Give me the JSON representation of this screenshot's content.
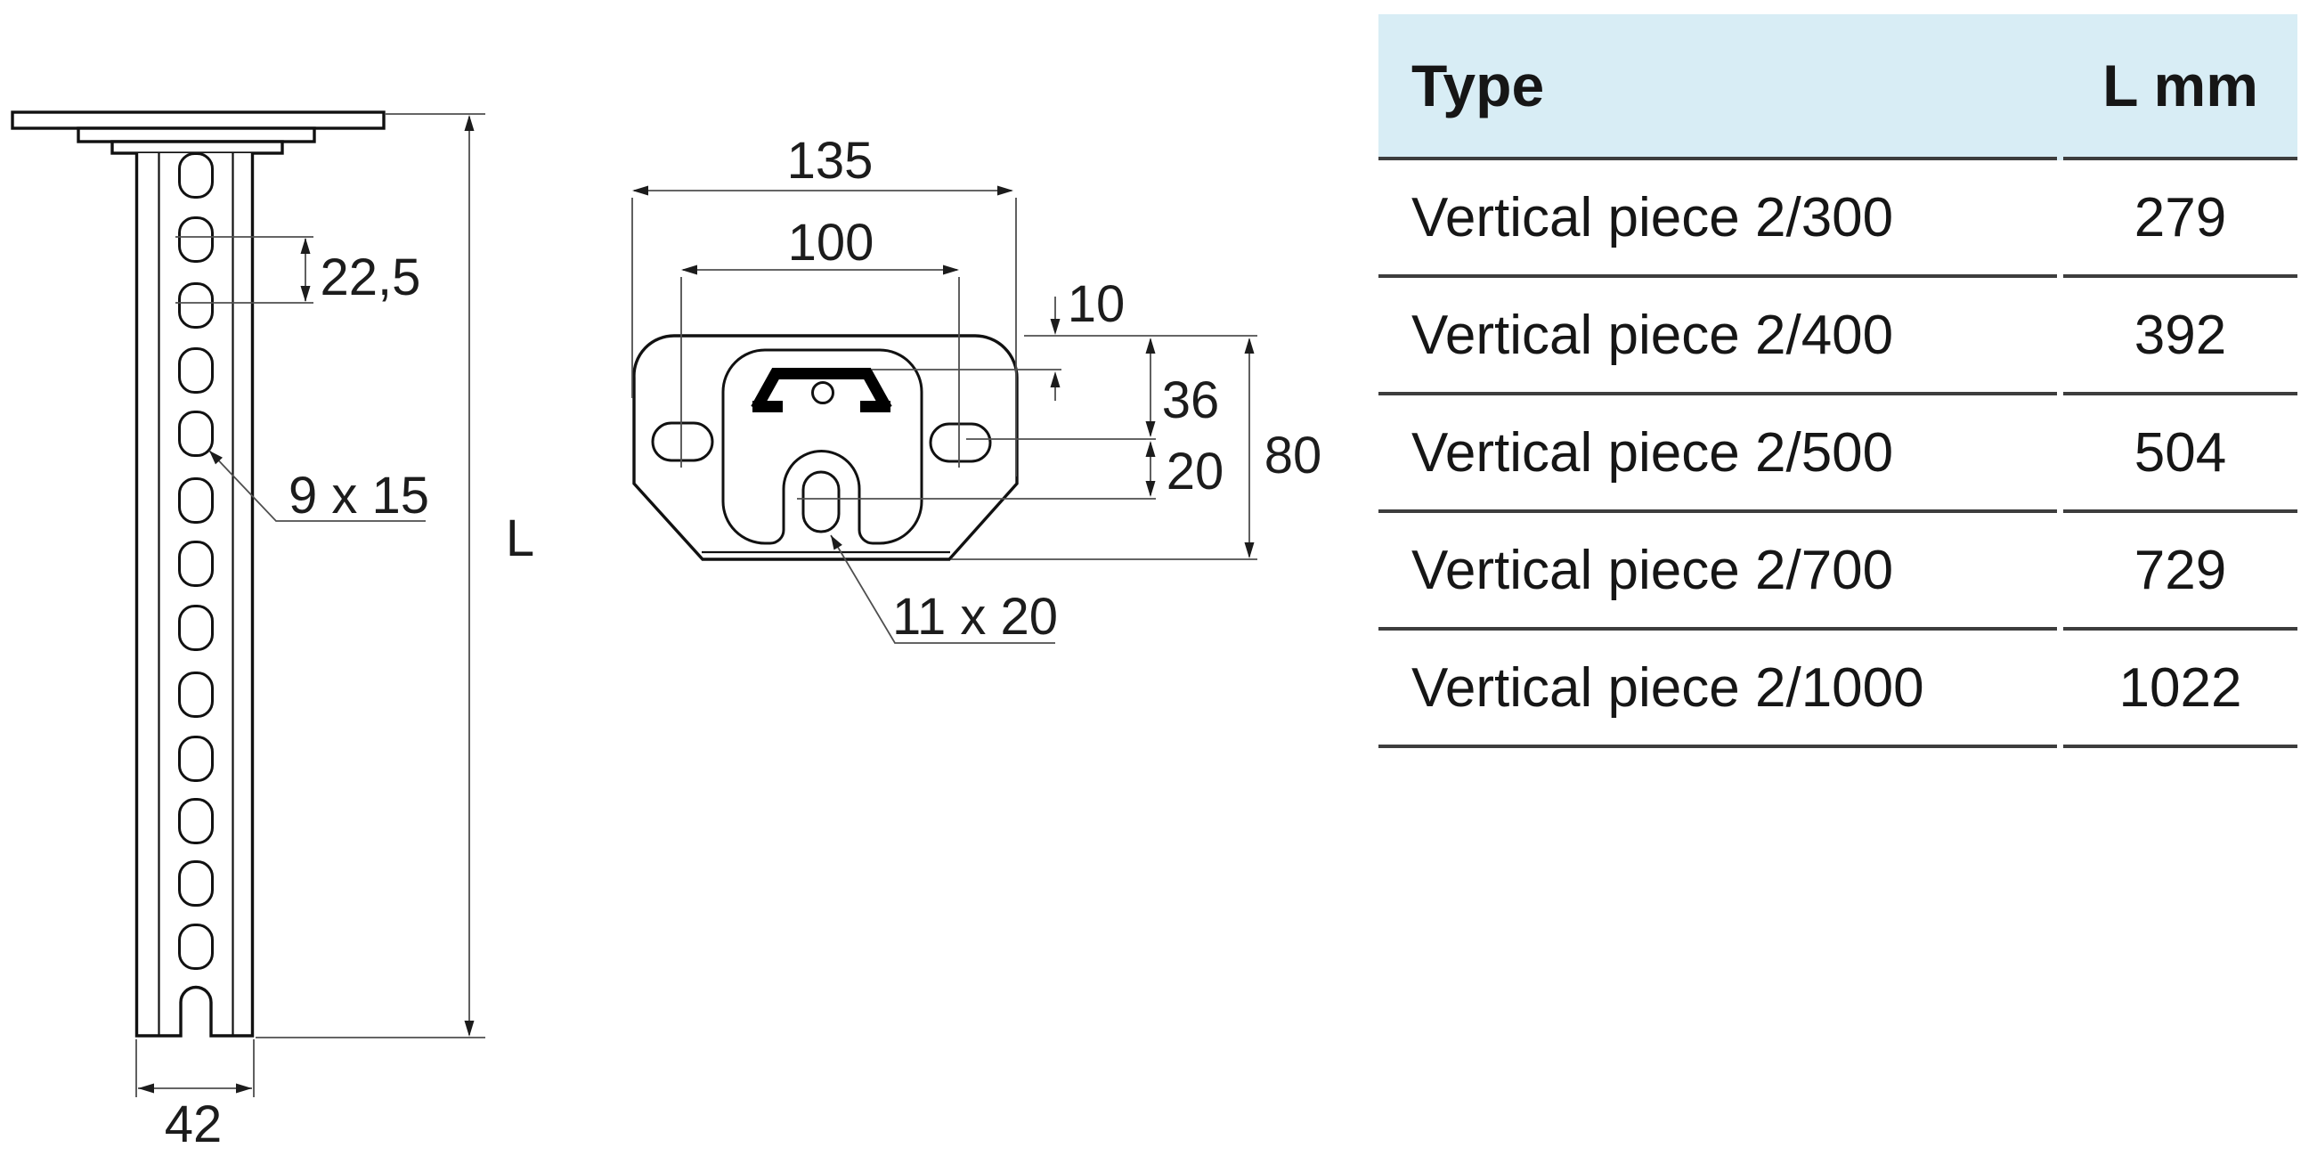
{
  "left_view": {
    "labels": {
      "hole_pitch": "22,5",
      "hole_size": "9 x 15",
      "length": "L",
      "width": "42"
    }
  },
  "plate_view": {
    "labels": {
      "plate_width": "135",
      "hole_spacing": "100",
      "top_offset": "10",
      "upper_height": "36",
      "lower_height": "20",
      "plate_height": "80",
      "slot_size": "11 x 20"
    }
  },
  "table": {
    "header": {
      "type": "Type",
      "l": "L mm"
    },
    "rows": [
      {
        "type": "Vertical piece 2/300",
        "l": "279"
      },
      {
        "type": "Vertical piece 2/400",
        "l": "392"
      },
      {
        "type": "Vertical piece 2/500",
        "l": "504"
      },
      {
        "type": "Vertical piece 2/700",
        "l": "729"
      },
      {
        "type": "Vertical piece 2/1000",
        "l": "1022"
      }
    ],
    "colors": {
      "header_bg": "#d8edf5",
      "line": "#3d3d3d"
    }
  }
}
